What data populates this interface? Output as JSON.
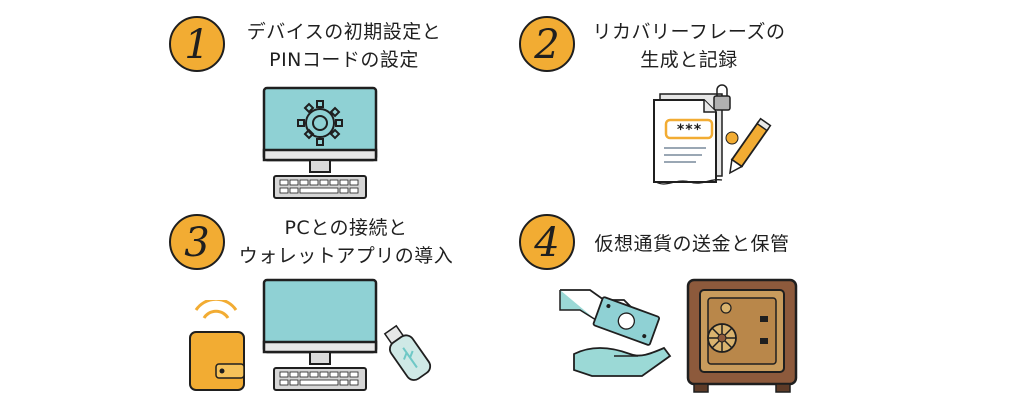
{
  "steps": [
    {
      "number": "1",
      "title_line1": "デバイスの初期設定と",
      "title_line2": "PINコードの設定",
      "icon": "computer-settings-icon"
    },
    {
      "number": "2",
      "title_line1": "リカバリーフレーズの",
      "title_line2": "生成と記録",
      "icon": "recovery-document-icon"
    },
    {
      "number": "3",
      "title_line1": "PCとの接続と",
      "title_line2": "ウォレットアプリの導入",
      "icon": "pc-wallet-usb-icon"
    },
    {
      "number": "4",
      "title_line1": "仮想通貨の送金と保管",
      "title_line2": "",
      "icon": "safe-transfer-icon"
    }
  ],
  "document": {
    "code": "***"
  },
  "colors": {
    "accent": "#f2ac33",
    "screen": "#8fd1d4",
    "teal": "#6fc8c6",
    "safe": "#8d5a3c",
    "ink": "#1f1f1f"
  }
}
